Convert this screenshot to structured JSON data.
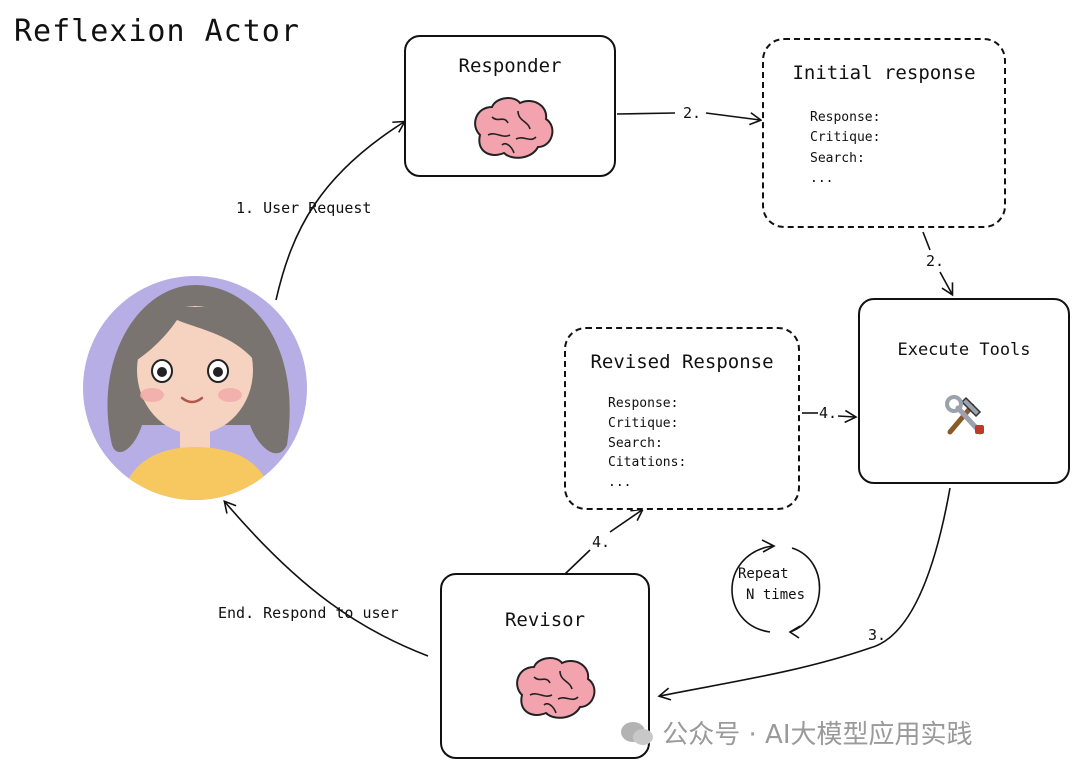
{
  "title": "Reflexion Actor",
  "responder": {
    "title": "Responder",
    "icon": "brain-icon"
  },
  "initial_response": {
    "title": "Initial response",
    "fields": [
      "Response:",
      "Critique:",
      "Search:",
      "..."
    ]
  },
  "execute_tools": {
    "title": "Execute Tools",
    "icon": "tools-icon"
  },
  "revised_response": {
    "title": "Revised Response",
    "fields": [
      "Response:",
      "Critique:",
      "Search:",
      "Citations:",
      "..."
    ]
  },
  "revisor": {
    "title": "Revisor",
    "icon": "brain-icon"
  },
  "repeat": {
    "line1": "Repeat",
    "line2": "N times"
  },
  "edges": {
    "user_request": "1. User Request",
    "step2a": "2.",
    "step2b": "2.",
    "step3": "3.",
    "step4a": "4.",
    "step4b": "4.",
    "end": "End. Respond to user"
  },
  "watermark": "公众号 · AI大模型应用实践",
  "colors": {
    "avatar_bg": "#b8aee6",
    "hair": "#7a7470",
    "skin": "#f6d3c0",
    "shirt": "#f6c85f",
    "brain": "#f3a3ae"
  }
}
